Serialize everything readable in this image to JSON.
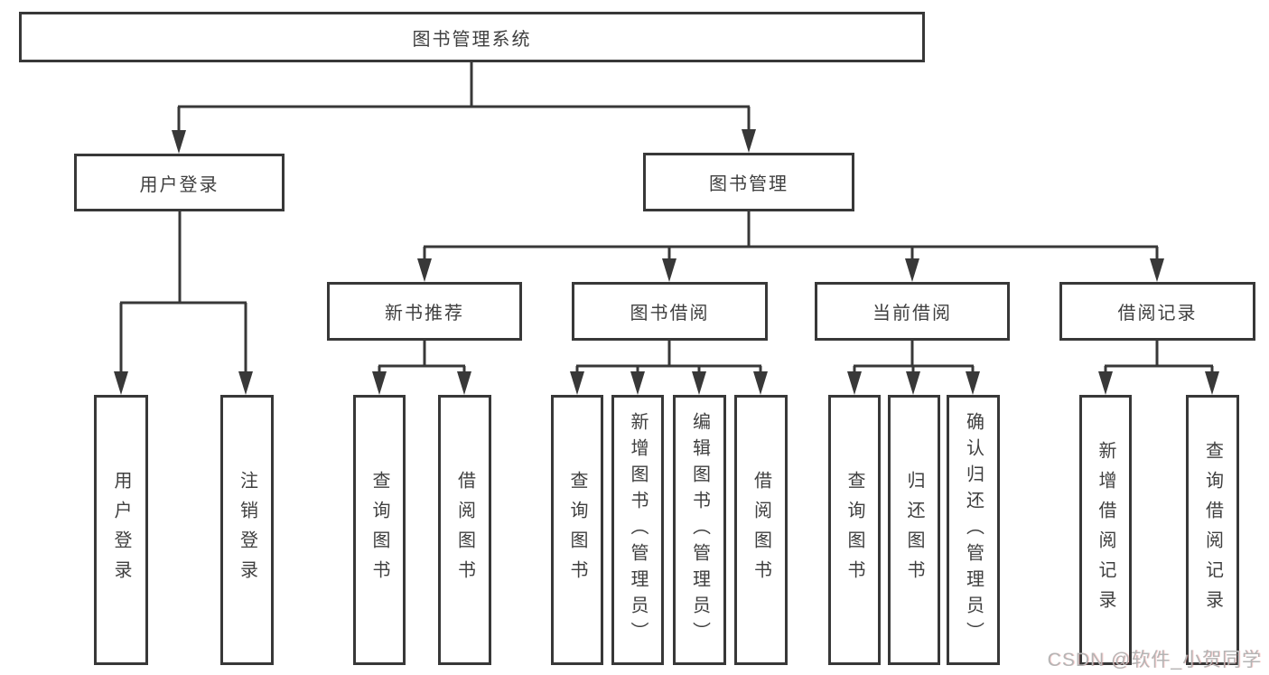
{
  "colors": {
    "line": "#383838",
    "text": "#3f3f3f",
    "box_background": "#ffffff",
    "watermark": "#b4b4b4"
  },
  "tree": {
    "root": "图书管理系统",
    "branches": [
      {
        "label": "用户登录",
        "leaves": [
          "用户登录",
          "注销登录"
        ]
      },
      {
        "label": "图书管理",
        "sub": [
          {
            "label": "新书推荐",
            "leaves": [
              "查询图书",
              "借阅图书"
            ]
          },
          {
            "label": "图书借阅",
            "leaves": [
              "查询图书",
              "新增图书（管理员）",
              "编辑图书（管理员）",
              "借阅图书"
            ]
          },
          {
            "label": "当前借阅",
            "leaves": [
              "查询图书",
              "归还图书",
              "确认归还（管理员）"
            ]
          },
          {
            "label": "借阅记录",
            "leaves": [
              "新增借阅记录",
              "查询借阅记录"
            ]
          }
        ]
      }
    ]
  },
  "watermark": "CSDN @软件_小贺同学"
}
